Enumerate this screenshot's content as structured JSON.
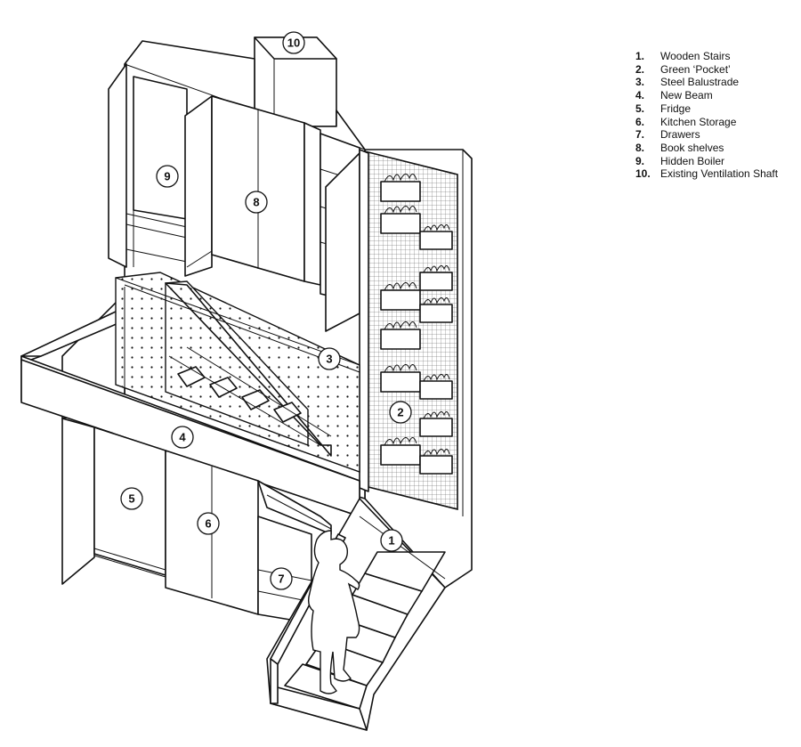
{
  "legend": [
    {
      "num": "1.",
      "label": "Wooden Stairs"
    },
    {
      "num": "2.",
      "label": "Green ‘Pocket’"
    },
    {
      "num": "3.",
      "label": "Steel Balustrade"
    },
    {
      "num": "4.",
      "label": "New Beam"
    },
    {
      "num": "5.",
      "label": "Fridge"
    },
    {
      "num": "6.",
      "label": "Kitchen Storage"
    },
    {
      "num": "7.",
      "label": "Drawers"
    },
    {
      "num": "8.",
      "label": "Book shelves"
    },
    {
      "num": "9.",
      "label": "Hidden Boiler"
    },
    {
      "num": "10.",
      "label": "Existing Ventilation Shaft"
    }
  ],
  "callouts": [
    "1",
    "2",
    "3",
    "4",
    "5",
    "6",
    "7",
    "8",
    "9",
    "10"
  ]
}
